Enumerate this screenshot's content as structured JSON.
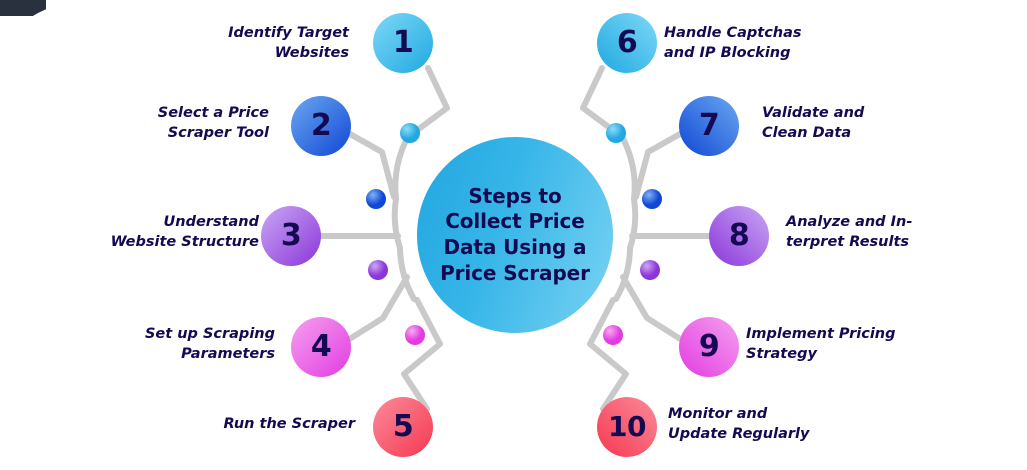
{
  "diagram": {
    "center": {
      "title": "Steps to\nCollect Price\nData Using a\nPrice Scraper",
      "color": "#36b5e8"
    },
    "colors": {
      "text_navy": "#140a52",
      "connector_gray": "#c9c9c9",
      "corner_dark": "#29313f",
      "background": "#ffffff"
    },
    "steps": [
      {
        "number": "1",
        "label": "Identify Target\nWebsites",
        "side": "left",
        "color_from": "#7fd8f7",
        "color_to": "#1fa9e0",
        "dot_color": "#5ec8f0"
      },
      {
        "number": "2",
        "label": "Select a Price\nScraper Tool",
        "side": "left",
        "color_from": "#6aa8f0",
        "color_to": "#1147d6",
        "dot_color": "#4a7fe8"
      },
      {
        "number": "3",
        "label": "Understand\nWebsite Structure",
        "side": "left",
        "color_from": "#c9a6f5",
        "color_to": "#8b36d9",
        "dot_color": "#a35ef0"
      },
      {
        "number": "4",
        "label": "Set up Scraping\nParameters",
        "side": "left",
        "color_from": "#f5a0f0",
        "color_to": "#e23ce0",
        "dot_color": "#e356ef"
      },
      {
        "number": "5",
        "label": "Run the Scraper",
        "side": "left",
        "color_from": "#fb8b9b",
        "color_to": "#f6384f",
        "dot_color": "#fb6274"
      },
      {
        "number": "6",
        "label": "Handle Captchas\nand IP Blocking",
        "side": "right",
        "color_from": "#1fa9e0",
        "color_to": "#7fd8f7",
        "dot_color": "#5ec8f0"
      },
      {
        "number": "7",
        "label": "Validate and\nClean Data",
        "side": "right",
        "color_from": "#1147d6",
        "color_to": "#6aa8f0",
        "dot_color": "#4a7fe8"
      },
      {
        "number": "8",
        "label": "Analyze and In-\nterpret Results",
        "side": "right",
        "color_from": "#8b36d9",
        "color_to": "#c9a6f5",
        "dot_color": "#a35ef0"
      },
      {
        "number": "9",
        "label": "Implement Pricing\nStrategy",
        "side": "right",
        "color_from": "#e23ce0",
        "color_to": "#f5a0f0",
        "dot_color": "#e356ef"
      },
      {
        "number": "10",
        "label": "Monitor and\nUpdate Regularly",
        "side": "right",
        "color_from": "#f6384f",
        "color_to": "#fb8b9b",
        "dot_color": "#fb6274"
      }
    ]
  }
}
